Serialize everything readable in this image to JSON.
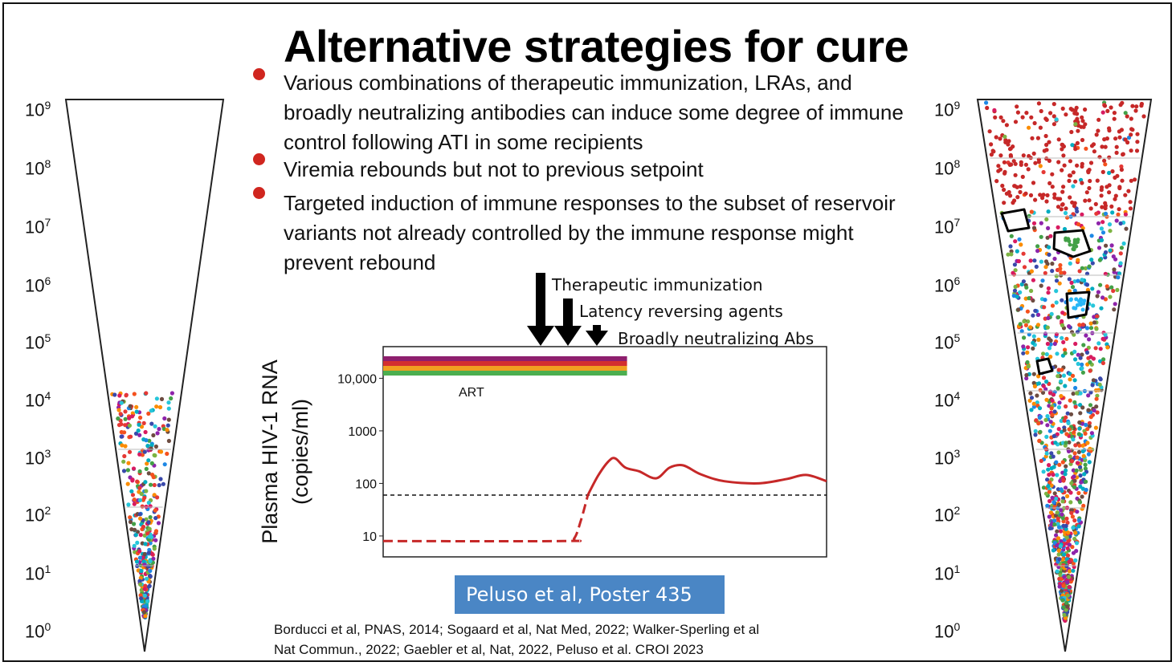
{
  "title": "Alternative strategies for cure",
  "bullets": [
    "Various combinations of therapeutic immunization, LRAs, and broadly neutralizing antibodies can induce some degree of immune control following ATI in some recipients",
    "Viremia rebounds but not to previous setpoint",
    "Targeted induction of immune responses to the subset of reservoir variants not already controlled by the immune response might prevent rebound"
  ],
  "reservoir_scale": {
    "tick_bases": [
      "10",
      "10",
      "10",
      "10",
      "10",
      "10",
      "10",
      "10",
      "10",
      "10"
    ],
    "tick_exponents": [
      "9",
      "8",
      "7",
      "6",
      "5",
      "4",
      "3",
      "2",
      "1",
      "0"
    ]
  },
  "arrows": {
    "therapeutic": "Therapeutic immunization",
    "lra": "Latency reversing agents",
    "bnab": "Broadly neutralizing Abs"
  },
  "chart_data": {
    "type": "line",
    "ylabel_line1": "Plasma HIV-1 RNA",
    "ylabel_line2": "(copies/ml)",
    "yscale": "log",
    "yticks": [
      "10,000",
      "1000",
      "100",
      "10"
    ],
    "ytick_values": [
      10000,
      1000,
      100,
      10
    ],
    "ylim": [
      4,
      40000
    ],
    "xlim": [
      0,
      100
    ],
    "art_label": "ART",
    "art_bar_colors": [
      "#8e1f6e",
      "#d32f2f",
      "#f0a020",
      "#4caf50"
    ],
    "art_interval": [
      0,
      55
    ],
    "detection_limit": 60,
    "series": [
      {
        "style": "dashed",
        "color": "#c62828",
        "x": [
          0,
          53,
          56,
          58,
          60
        ],
        "y": [
          8,
          8,
          9,
          20,
          60
        ]
      },
      {
        "style": "solid",
        "color": "#c62828",
        "x": [
          60,
          63,
          66,
          68,
          71,
          75,
          80,
          84,
          88,
          93,
          100,
          110,
          118,
          124,
          130
        ],
        "y": [
          60,
          140,
          260,
          300,
          200,
          170,
          125,
          200,
          220,
          150,
          110,
          100,
          120,
          145,
          110
        ]
      }
    ]
  },
  "poster": "Peluso et al, Poster 435",
  "references": [
    "Borducci et al, PNAS, 2014; Sogaard et al, Nat Med, 2022; Walker-Sperling et al",
    "Nat Commun., 2022;  Gaebler et al, Nat, 2022, Peluso et al. CROI 2023"
  ],
  "colors": {
    "bullet_dot": "#d0261f",
    "poster_bg": "#4a86c5",
    "rebound_line": "#c62828"
  }
}
